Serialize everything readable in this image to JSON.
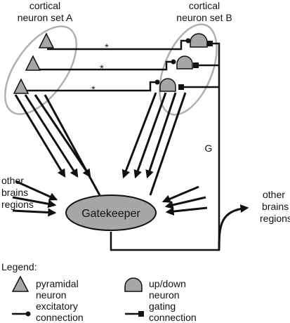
{
  "labels": {
    "set_a_line1": "cortical",
    "set_a_line2": "neuron set A",
    "set_b_line1": "cortical",
    "set_b_line2": "neuron set B",
    "gatekeeper": "Gatekeeper",
    "g": "G",
    "star": "*",
    "other_left": [
      "other",
      "brains",
      "regions"
    ],
    "other_right": [
      "other",
      "brains",
      "regions"
    ]
  },
  "legend": {
    "title": "Legend:",
    "pyramidal": [
      "pyramidal",
      "neuron"
    ],
    "updown": [
      "up/down",
      "neuron"
    ],
    "excitatory": [
      "excitatory",
      "connection"
    ],
    "gating": [
      "gating",
      "connection"
    ]
  },
  "colors": {
    "neuron_fill": "#a6a6a6",
    "ellipse_stroke": "#b0b0b0",
    "line": "#111111"
  }
}
